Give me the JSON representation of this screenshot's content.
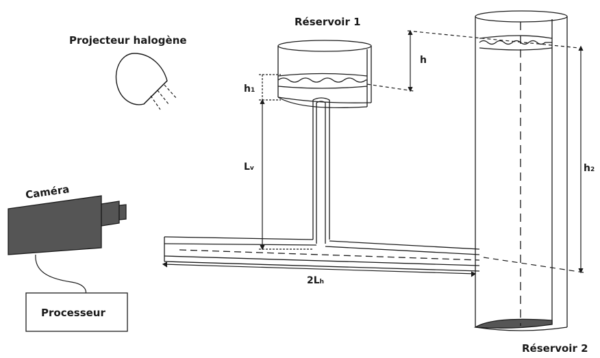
{
  "labels": {
    "projector": "Projecteur halogène",
    "reservoir1": "Réservoir 1",
    "reservoir2": "Réservoir 2",
    "camera": "Caméra",
    "processor": "Processeur",
    "h": "h",
    "h1": "h",
    "h1_sub": "1",
    "h2": "h",
    "h2_sub": "2",
    "lv": "L",
    "lv_sub": "v",
    "lh_prefix": "2L",
    "lh_sub": "h"
  },
  "colors": {
    "ink": "#1a1a1a",
    "camera_body": "#555555",
    "water_bottom": "#555555",
    "background": "#ffffff"
  }
}
